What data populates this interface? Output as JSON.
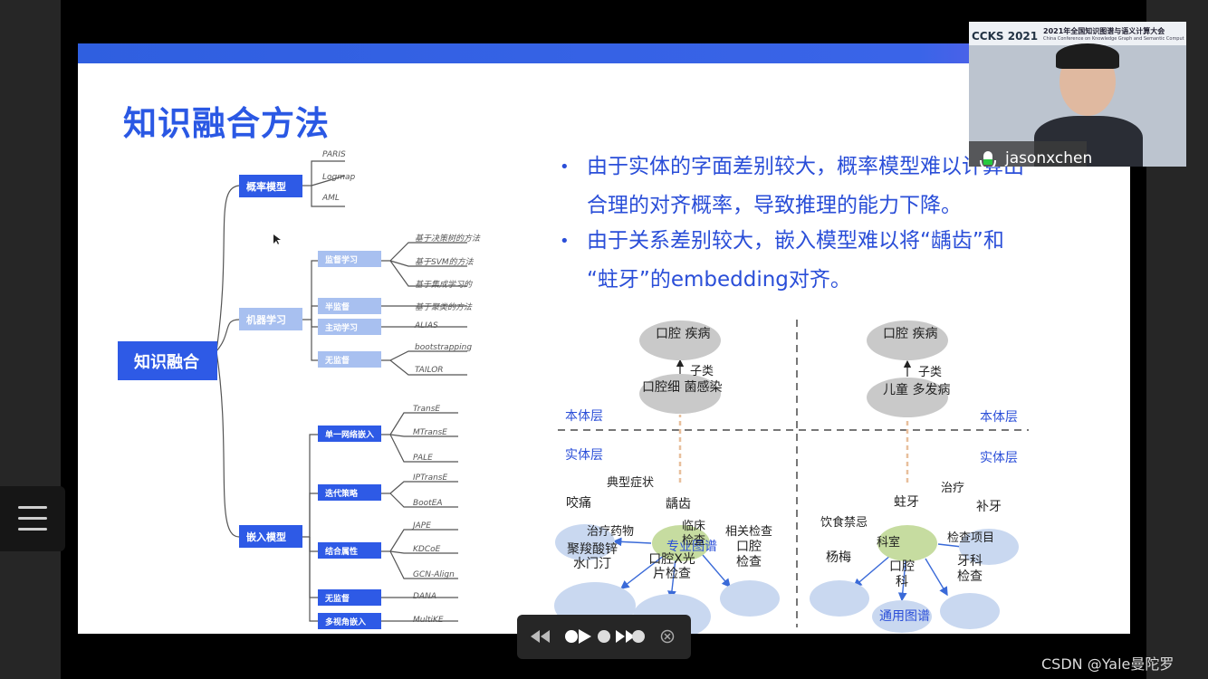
{
  "slide": {
    "title": "知识融合方法",
    "bullets": [
      {
        "line1": "由于实体的字面差别较大，概率模型难以计算出",
        "line2": "合理的对齐概率，导致推理的能力下降。"
      },
      {
        "line1": "由于关系差别较大，嵌入模型难以将“龋齿”和",
        "line2": "“蛀牙”的embedding对齐。"
      }
    ]
  },
  "mindmap": {
    "root": "知识融合",
    "branches": [
      {
        "label": "概率模型",
        "leaves": [
          "PARIS",
          "Logmap",
          "AML"
        ]
      },
      {
        "label": "机器学习",
        "subs": [
          {
            "label": "监督学习",
            "leaves": [
              "基于决策树的方法",
              "基于SVM的方法",
              "基于集成学习的"
            ]
          },
          {
            "label": "半监督",
            "leaves": [
              "基于聚类的方法"
            ]
          },
          {
            "label": "主动学习",
            "leaves": [
              "ALIAS"
            ]
          },
          {
            "label": "无监督",
            "leaves": [
              "bootstrapping",
              "TAILOR"
            ]
          }
        ]
      },
      {
        "label": "嵌入模型",
        "subs": [
          {
            "label": "单一网络嵌入",
            "leaves": [
              "TransE",
              "MTransE",
              "PALE"
            ]
          },
          {
            "label": "迭代策略",
            "leaves": [
              "IPTransE",
              "BootEA"
            ]
          },
          {
            "label": "结合属性",
            "leaves": [
              "JAPE",
              "KDCoE",
              "GCN-Align"
            ]
          },
          {
            "label": "无监督",
            "leaves": [
              "DANA"
            ]
          },
          {
            "label": "多视角嵌入",
            "leaves": [
              "MultiKE"
            ]
          }
        ]
      }
    ]
  },
  "diagram": {
    "left": {
      "caption": "专业图谱",
      "upper_label": "本体层",
      "lower_label": "实体层",
      "top_node": "口腔 疾病",
      "child_node": "口腔细 菌感染",
      "edge_subclass": "子类",
      "center": "龋齿",
      "edges": [
        {
          "label": "典型症状",
          "target": "咬痛"
        },
        {
          "label": "治疗药物",
          "target": "聚羧酸锌水门汀"
        },
        {
          "label": "临床检查",
          "target": "口腔X光片检查"
        },
        {
          "label": "相关检查",
          "target": "口腔检查"
        }
      ]
    },
    "right": {
      "caption": "通用图谱",
      "upper_label": "本体层",
      "lower_label": "实体层",
      "top_node": "口腔 疾病",
      "child_node": "儿童 多发病",
      "edge_subclass": "子类",
      "center": "蛀牙",
      "edges": [
        {
          "label": "治疗",
          "target": "补牙"
        },
        {
          "label": "饮食禁忌",
          "target": "杨梅"
        },
        {
          "label": "科室",
          "target": "口腔科"
        },
        {
          "label": "检查项目",
          "target": "牙科检查"
        }
      ]
    }
  },
  "video": {
    "conference_logo": "CCKS 2021",
    "conference_title": "2021年全国知识图谱与语义计算大会",
    "conference_subtitle": "China Conference on Knowledge Graph and Semantic Computing",
    "participant_name": "jasonxchen"
  },
  "watermark": "CSDN @Yale曼陀罗",
  "colors": {
    "accent": "#2e5ae6",
    "node_gray": "#c9c9c9",
    "node_green": "#c6dca0",
    "node_blue": "#c9d8f0"
  }
}
